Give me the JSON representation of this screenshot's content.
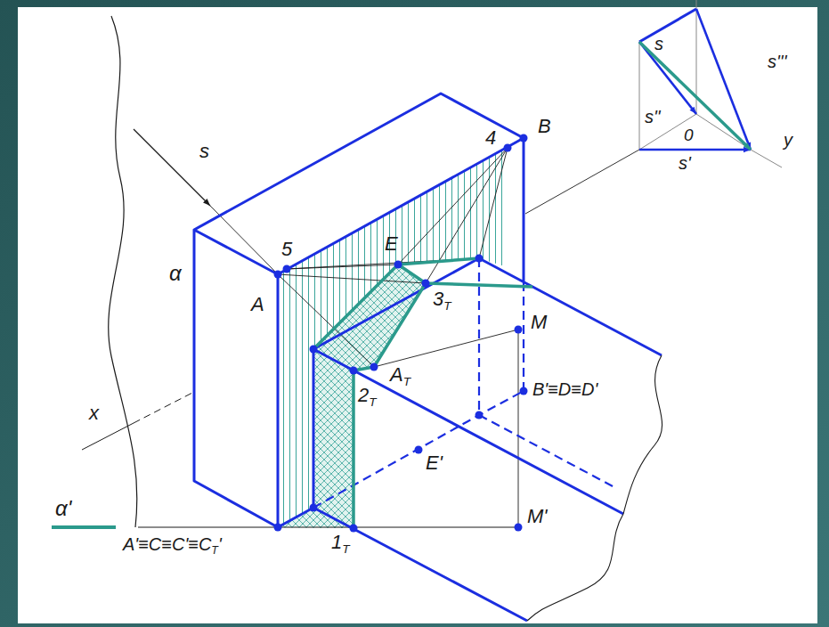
{
  "diagram": {
    "labels": [
      "s",
      "4",
      "B",
      "5",
      "E",
      "α",
      "A",
      "3T",
      "M",
      "AT",
      "2T",
      "B'≡D≡D'",
      "x",
      "E'",
      "M'",
      "α'",
      "A'≡C≡C'≡CT'",
      "1T",
      "s",
      "s'''",
      "s''",
      "0",
      "s'",
      "y"
    ]
  }
}
